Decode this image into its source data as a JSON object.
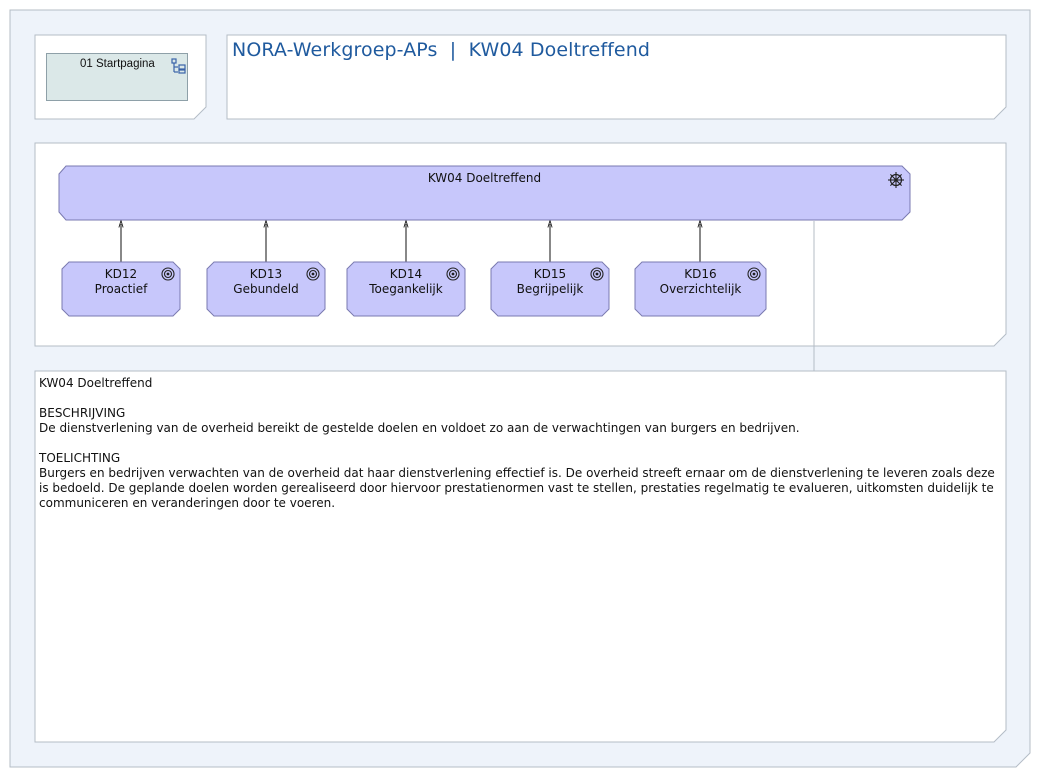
{
  "nav": {
    "start_label": "01 Startpagina",
    "start_icon": "view-list-icon"
  },
  "header": {
    "title": "NORA-Werkgroep-APs  |  KW04 Doeltreffend"
  },
  "diagram": {
    "root": {
      "label": "KW04 Doeltreffend",
      "icon": "principle-wheel-icon"
    },
    "children": [
      {
        "code": "KD12",
        "name": "Proactief",
        "icon": "goal-target-icon"
      },
      {
        "code": "KD13",
        "name": "Gebundeld",
        "icon": "goal-target-icon"
      },
      {
        "code": "KD14",
        "name": "Toegankelijk",
        "icon": "goal-target-icon"
      },
      {
        "code": "KD15",
        "name": "Begrijpelijk",
        "icon": "goal-target-icon"
      },
      {
        "code": "KD16",
        "name": "Overzichtelijk",
        "icon": "goal-target-icon"
      }
    ]
  },
  "description": {
    "heading": "KW04 Doeltreffend",
    "beschrijving_label": "BESCHRIJVING",
    "beschrijving_text": "De dienstverlening van de overheid bereikt de gestelde doelen en voldoet zo aan de verwachtingen van burgers en bedrijven.",
    "toelichting_label": "TOELICHTING",
    "toelichting_text": "Burgers en bedrijven verwachten van de overheid dat haar dienstverlening effectief is. De overheid streeft ernaar om de dienstverlening te leveren zoals deze is bedoeld. De geplande doelen worden gerealiseerd door hiervoor prestatienormen vast te stellen, prestaties regelmatig te evalueren, uitkomsten duidelijk te communiceren en veranderingen door te voeren."
  },
  "colors": {
    "outer_bg": "#eef3fa",
    "panel_border": "#b4bcc6",
    "nav_fill": "#dbe8e8",
    "node_fill": "#c7c7fb",
    "node_border": "#7a7ab0",
    "title": "#1f5a9e"
  }
}
